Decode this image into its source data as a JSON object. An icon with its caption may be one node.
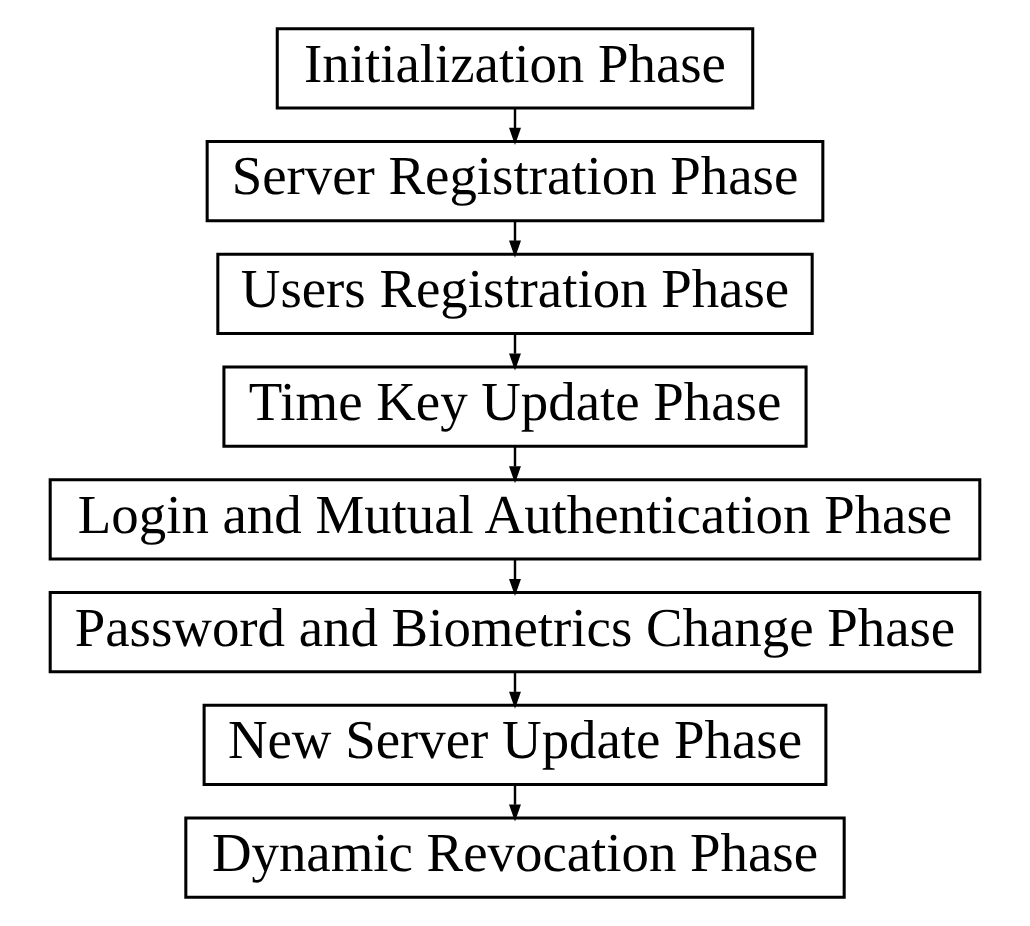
{
  "diagram": {
    "nodes": [
      {
        "text": [
          "Initialization Phase"
        ]
      },
      {
        "text": [
          "Server Registration Phase"
        ]
      },
      {
        "text": [
          "Users Registration Phase"
        ]
      },
      {
        "text": [
          "Time Key Update Phase"
        ]
      },
      {
        "text": [
          "Login and Mutual Authentication Phase"
        ]
      },
      {
        "text": [
          "Password and Biometrics Change Phase"
        ]
      },
      {
        "text": [
          "New Server Update Phase"
        ]
      },
      {
        "text": [
          "Dynamic Revocation Phase"
        ]
      }
    ],
    "edges": [
      {
        "from": 0,
        "to": 1,
        "arrow": "to"
      },
      {
        "from": 1,
        "to": 2,
        "arrow": "to"
      },
      {
        "from": 2,
        "to": 3,
        "arrow": "to"
      },
      {
        "from": 3,
        "to": 4,
        "arrow": "to"
      },
      {
        "from": 4,
        "to": 5,
        "arrow": "to"
      },
      {
        "from": 5,
        "to": 6,
        "arrow": "to"
      },
      {
        "from": 6,
        "to": 7,
        "arrow": "to"
      }
    ]
  }
}
